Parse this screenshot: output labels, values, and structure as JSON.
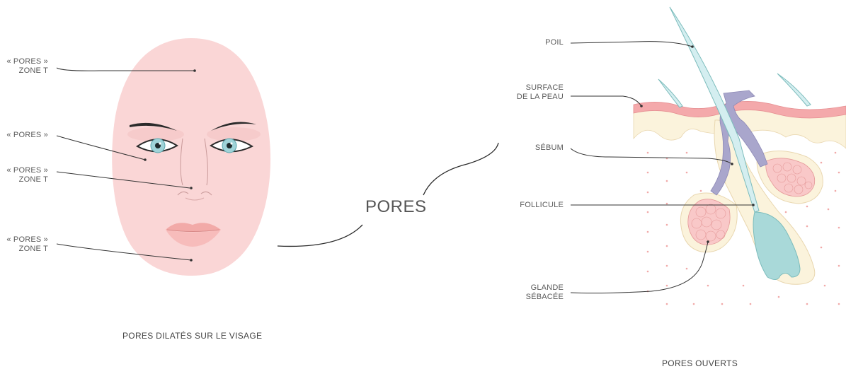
{
  "face_labels": [
    {
      "line1": "« PORES »",
      "line2": "ZONE T"
    },
    {
      "line1": "« PORES »",
      "line2": ""
    },
    {
      "line1": "« PORES »",
      "line2": "ZONE T"
    },
    {
      "line1": "« PORES »",
      "line2": "ZONE T"
    }
  ],
  "face_caption": "PORES DILATÉS SUR LE VISAGE",
  "center_word": "PORES",
  "skin_labels": {
    "poil": "POIL",
    "surface_1": "SURFACE",
    "surface_2": "DE LA PEAU",
    "sebum": "SÉBUM",
    "follicule": "FOLLICULE",
    "glande_1": "GLANDE",
    "glande_2": "SÉBACÉE"
  },
  "skin_caption": "PORES OUVERTS",
  "colors": {
    "face": "#fad6d6",
    "lips": "#f2aaa8",
    "skin_surface": "#f4a9ab",
    "dermis": "#fbf3dc",
    "hair": "#d4eef0",
    "sebum": "#a9a6cc",
    "gland": "#f9c8c8",
    "papilla": "#a9d9d9"
  }
}
